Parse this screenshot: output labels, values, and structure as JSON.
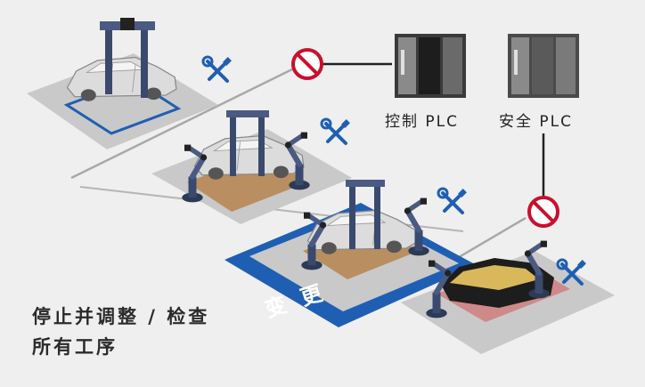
{
  "plc": {
    "control_label": "控制 PLC",
    "safety_label": "安全 PLC"
  },
  "banner": {
    "label": "变更"
  },
  "caption": {
    "line1": "停止并调整 / 检查",
    "line2": "所有工序"
  },
  "icons": {
    "tool": "wrench-screwdriver-icon",
    "blocked": "prohibited-icon"
  },
  "colors": {
    "accent_blue": "#1f5fb3",
    "prohibit_red": "#c8102e",
    "platform_gray": "#c9c9c9",
    "background": "#efefef"
  }
}
